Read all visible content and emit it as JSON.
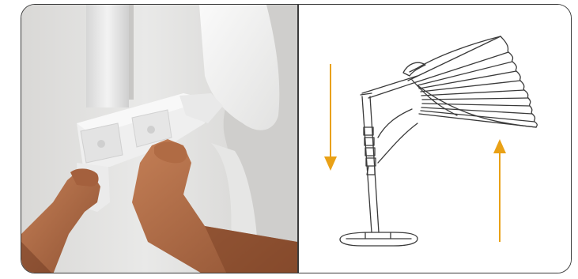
{
  "panels": {
    "photo": {
      "kind": "photograph",
      "subject": "hands-adjusting-umbrella-hinge"
    },
    "diagram": {
      "kind": "line-drawing",
      "subject": "cantilever-umbrella-tilt"
    }
  },
  "colors": {
    "frame_border": "#3a3a3a",
    "arrow": "#e9a116",
    "line_art": "#3a3a3a",
    "photo_background": "#e2e1df",
    "skin": "#b3714c"
  },
  "icons": {
    "down_arrow": "arrow-down-icon",
    "up_arrow": "arrow-up-icon"
  }
}
